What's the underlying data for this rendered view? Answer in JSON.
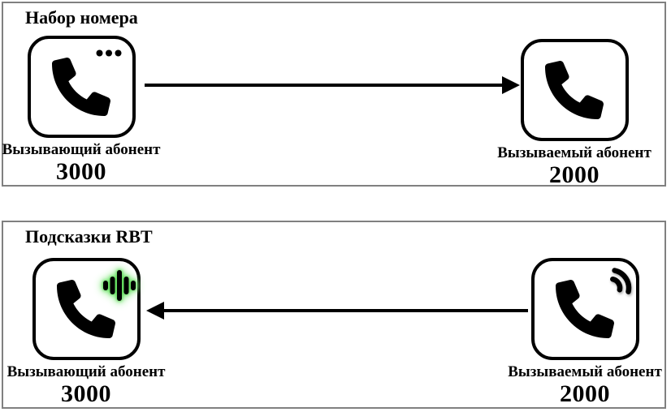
{
  "panels": [
    {
      "title": "Набор номера",
      "arrow_direction": "right",
      "caller": {
        "label": "Вызывающий абонент",
        "number": "3000",
        "adornment": "dialing-dots"
      },
      "callee": {
        "label": "Вызываемый абонент",
        "number": "2000",
        "adornment": "none"
      }
    },
    {
      "title": "Подсказки RBT",
      "arrow_direction": "left",
      "caller": {
        "label": "Вызывающий абонент",
        "number": "3000",
        "adornment": "rbt-audio-equalizer"
      },
      "callee": {
        "label": "Вызываемый абонент",
        "number": "2000",
        "adornment": "ringing-waves"
      }
    }
  ],
  "icons": {
    "phone": "phone-handset-icon",
    "dots": "dialing-dots-icon",
    "equalizer": "rbt-audio-icon",
    "waves": "ringing-waves-icon"
  },
  "colors": {
    "panel_border": "#808080",
    "icon_fill": "#000000",
    "rbt_glow": "#54d24e",
    "text": "#000000",
    "background": "#ffffff"
  }
}
